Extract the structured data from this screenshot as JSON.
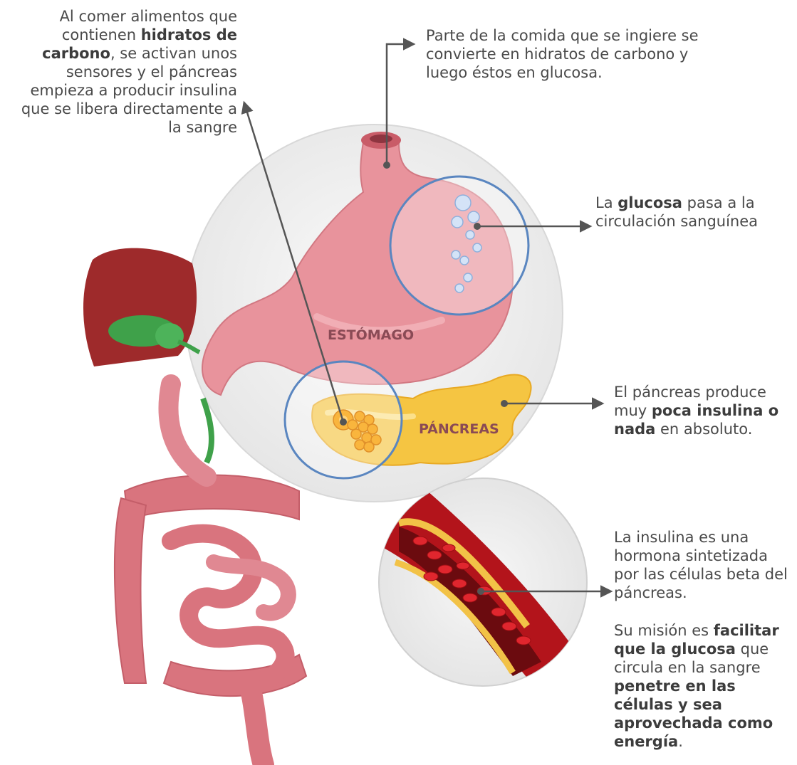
{
  "labels": {
    "stomach": "ESTÓMAGO",
    "pancreas": "PÁNCREAS"
  },
  "callouts": {
    "carbs": {
      "t1": "Al comer alimentos que contienen ",
      "b1": "hidratos de carbono",
      "t2": ", se activan unos sensores y el páncreas empieza a producir insulina que se libera directamente a la sangre"
    },
    "food": {
      "t1": "Parte de la comida que se ingiere se convierte en hidratos de carbono y luego éstos en glucosa."
    },
    "glucose": {
      "t1": "La ",
      "b1": "glucosa",
      "t2": " pasa a la circulación sanguínea"
    },
    "pancreas": {
      "t1": "El páncreas produce muy ",
      "b1": "poca insulina o nada",
      "t2": " en absoluto."
    },
    "insulin": {
      "t1": "La insulina es una hormona sintetizada por las células beta del páncreas."
    },
    "mission": {
      "t1": "Su misión es ",
      "b1": "facilitar que la glucosa",
      "t2": " que circula en la sangre ",
      "b2": "penetre en las células y sea aprovechada como energía",
      "t3": "."
    }
  },
  "colors": {
    "stomach": "#e8939c",
    "liver": "#9e2a2b",
    "gallbladder": "#3fa14a",
    "pancreas": "#f5c542",
    "intestine": "#d9747e",
    "blood_vessel": "#b3141b",
    "circle_outline": "#5a86c0",
    "lines": "#555555"
  }
}
